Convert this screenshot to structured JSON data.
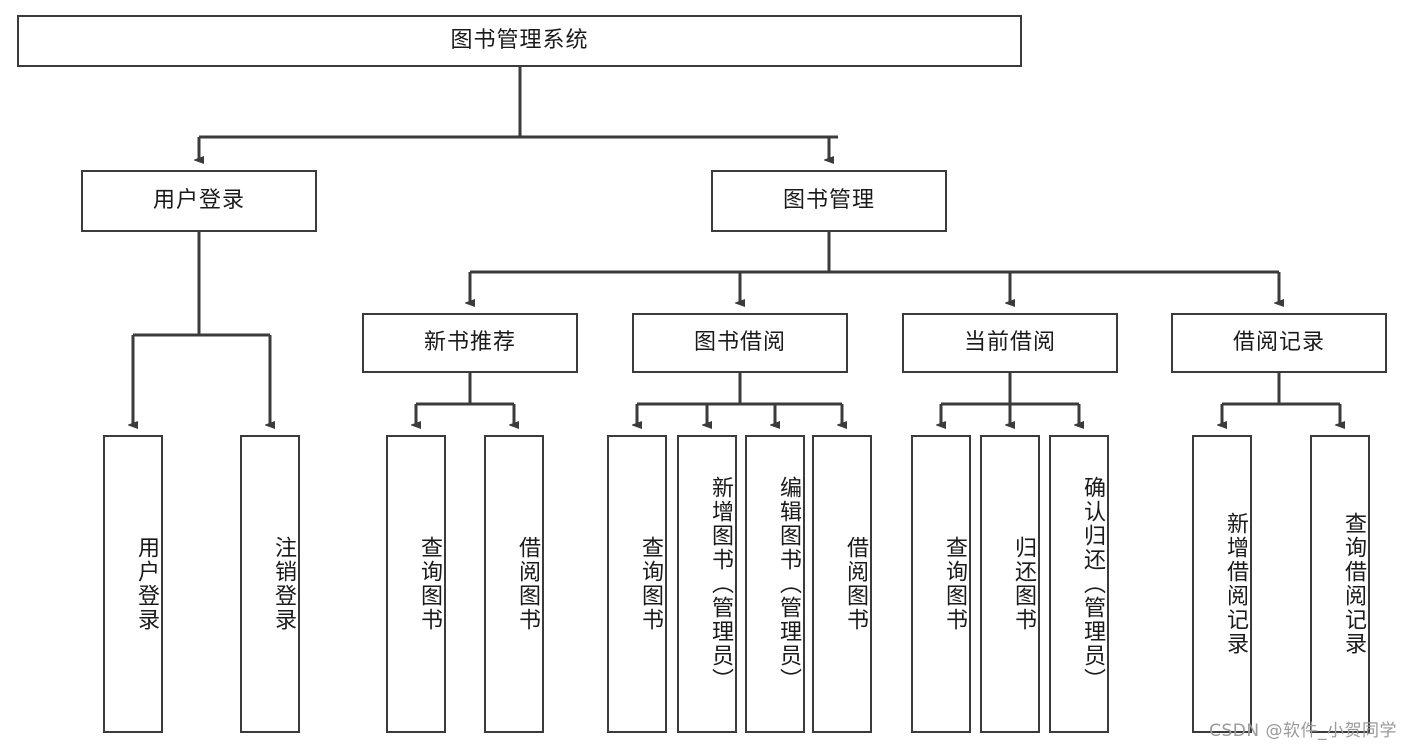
{
  "diagram": {
    "type": "tree",
    "title": "图书管理系统",
    "root": {
      "label": "图书管理系统"
    },
    "level2": [
      {
        "label": "用户登录"
      },
      {
        "label": "图书管理"
      }
    ],
    "level3": [
      {
        "label": "新书推荐"
      },
      {
        "label": "图书借阅"
      },
      {
        "label": "当前借阅"
      },
      {
        "label": "借阅记录"
      }
    ],
    "leaves_user_login": [
      {
        "label": "用户登录"
      },
      {
        "label": "注销登录"
      }
    ],
    "leaves_new_book": [
      {
        "label": "查询图书"
      },
      {
        "label": "借阅图书"
      }
    ],
    "leaves_borrow": [
      {
        "label": "查询图书"
      },
      {
        "label": "新增图书（管理员）"
      },
      {
        "label": "编辑图书（管理员）"
      },
      {
        "label": "借阅图书"
      }
    ],
    "leaves_current": [
      {
        "label": "查询图书"
      },
      {
        "label": "归还图书"
      },
      {
        "label": "确认归还（管理员）"
      }
    ],
    "leaves_records": [
      {
        "label": "新增借阅记录"
      },
      {
        "label": "查询借阅记录"
      }
    ]
  },
  "watermark": {
    "text": "CSDN @软件_小贺同学"
  },
  "colors": {
    "stroke": "#3b3b3b",
    "background": "#ffffff",
    "text": "#1a1a1a",
    "watermark": "#9a9a9a"
  }
}
